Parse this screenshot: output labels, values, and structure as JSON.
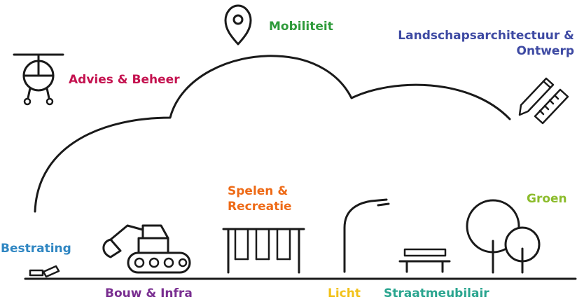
{
  "labels": {
    "mobiliteit": {
      "text": "Mobiliteit",
      "color": "#2e9a3a"
    },
    "landschap": {
      "line1": "Landschapsarchitectuur &",
      "line2": "Ontwerp",
      "color": "#3e4aa3"
    },
    "advies": {
      "text": "Advies & Beheer",
      "color": "#c4124f"
    },
    "spelen": {
      "line1": "Spelen &",
      "line2": "Recreatie",
      "color": "#ee6a16"
    },
    "groen": {
      "text": "Groen",
      "color": "#8cbc2c"
    },
    "bestrating": {
      "text": "Bestrating",
      "color": "#2f86c2"
    },
    "bouw": {
      "text": "Bouw & Infra",
      "color": "#7a2f91"
    },
    "licht": {
      "text": "Licht",
      "color": "#f2c21a"
    },
    "straat": {
      "text": "Straatmeubilair",
      "color": "#2aa58f"
    }
  },
  "icons": [
    "location-pin-icon",
    "pencil-ruler-icon",
    "helicopter-icon",
    "paving-stones-icon",
    "excavator-icon",
    "swing-set-icon",
    "street-lamp-icon",
    "bench-icon",
    "trees-icon"
  ]
}
